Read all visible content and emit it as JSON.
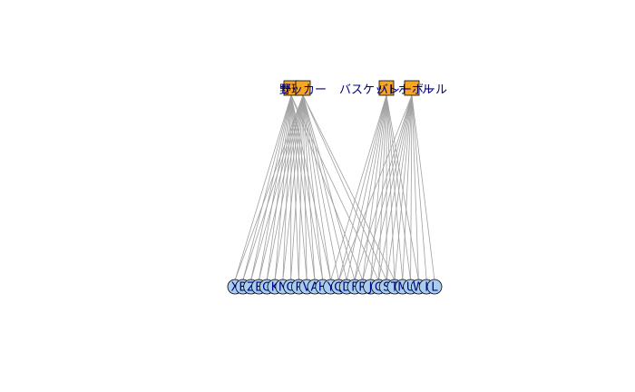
{
  "top_nodes": [
    {
      "id": "t1",
      "label": "野球"
    },
    {
      "id": "t2",
      "label": "サッカー"
    },
    {
      "id": "t3",
      "label": "バスケットボール"
    },
    {
      "id": "t4",
      "label": "バレーボール"
    }
  ],
  "bottom_nodes": [
    {
      "id": "X",
      "label": "X"
    },
    {
      "id": "B",
      "label": "B"
    },
    {
      "id": "Z",
      "label": "Z"
    },
    {
      "id": "E",
      "label": "E"
    },
    {
      "id": "G",
      "label": "G"
    },
    {
      "id": "K",
      "label": "K"
    },
    {
      "id": "N",
      "label": "N"
    },
    {
      "id": "O",
      "label": "O"
    },
    {
      "id": "P",
      "label": "P"
    },
    {
      "id": "V",
      "label": "V"
    },
    {
      "id": "A",
      "label": "A"
    },
    {
      "id": "H",
      "label": "H"
    },
    {
      "id": "Y",
      "label": "Y"
    },
    {
      "id": "Q",
      "label": "Q"
    },
    {
      "id": "D",
      "label": "D"
    },
    {
      "id": "F",
      "label": "F"
    },
    {
      "id": "R",
      "label": "R"
    },
    {
      "id": "J",
      "label": "J"
    },
    {
      "id": "C",
      "label": "C"
    },
    {
      "id": "S",
      "label": "S"
    },
    {
      "id": "T",
      "label": "T"
    },
    {
      "id": "M",
      "label": "M"
    },
    {
      "id": "U",
      "label": "U"
    },
    {
      "id": "W",
      "label": "W"
    },
    {
      "id": "I",
      "label": "I"
    },
    {
      "id": "L",
      "label": "L"
    }
  ],
  "edges": [
    [
      "t1",
      "X"
    ],
    [
      "t1",
      "B"
    ],
    [
      "t1",
      "Z"
    ],
    [
      "t1",
      "E"
    ],
    [
      "t1",
      "G"
    ],
    [
      "t1",
      "K"
    ],
    [
      "t1",
      "N"
    ],
    [
      "t1",
      "O"
    ],
    [
      "t1",
      "P"
    ],
    [
      "t1",
      "V"
    ],
    [
      "t1",
      "A"
    ],
    [
      "t1",
      "H"
    ],
    [
      "t1",
      "Y"
    ],
    [
      "t1",
      "R"
    ],
    [
      "t1",
      "C"
    ],
    [
      "t2",
      "X"
    ],
    [
      "t2",
      "B"
    ],
    [
      "t2",
      "Z"
    ],
    [
      "t2",
      "E"
    ],
    [
      "t2",
      "G"
    ],
    [
      "t2",
      "K"
    ],
    [
      "t2",
      "N"
    ],
    [
      "t2",
      "O"
    ],
    [
      "t2",
      "P"
    ],
    [
      "t2",
      "V"
    ],
    [
      "t2",
      "A"
    ],
    [
      "t2",
      "H"
    ],
    [
      "t2",
      "Y"
    ],
    [
      "t2",
      "Q"
    ],
    [
      "t2",
      "D"
    ],
    [
      "t2",
      "F"
    ],
    [
      "t2",
      "S"
    ],
    [
      "t2",
      "T"
    ],
    [
      "t3",
      "Y"
    ],
    [
      "t3",
      "Q"
    ],
    [
      "t3",
      "D"
    ],
    [
      "t3",
      "F"
    ],
    [
      "t3",
      "R"
    ],
    [
      "t3",
      "J"
    ],
    [
      "t3",
      "C"
    ],
    [
      "t3",
      "S"
    ],
    [
      "t3",
      "T"
    ],
    [
      "t3",
      "M"
    ],
    [
      "t3",
      "U"
    ],
    [
      "t3",
      "W"
    ],
    [
      "t4",
      "Q"
    ],
    [
      "t4",
      "F"
    ],
    [
      "t4",
      "R"
    ],
    [
      "t4",
      "J"
    ],
    [
      "t4",
      "C"
    ],
    [
      "t4",
      "S"
    ],
    [
      "t4",
      "T"
    ],
    [
      "t4",
      "M"
    ],
    [
      "t4",
      "U"
    ],
    [
      "t4",
      "W"
    ],
    [
      "t4",
      "I"
    ],
    [
      "t4",
      "L"
    ]
  ],
  "colors": {
    "top_fill": "#f5a623",
    "bottom_fill": "#a8cdf0",
    "edge": "#a0a0a0",
    "label": "#000080"
  }
}
